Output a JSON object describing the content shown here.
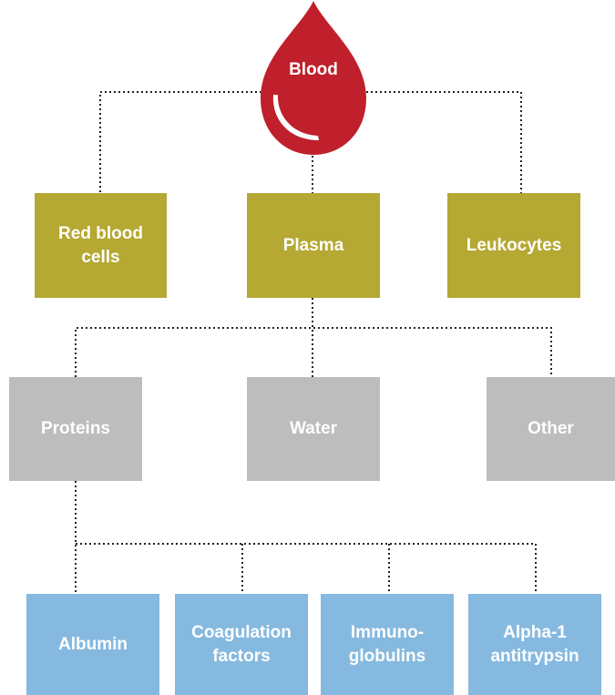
{
  "root": {
    "label": "Blood",
    "color": "#c0202b"
  },
  "level1": {
    "color": "#b5a833",
    "items": [
      "Red blood\ncells",
      "Plasma",
      "Leukocytes"
    ]
  },
  "level2": {
    "color": "#bdbdbd",
    "items": [
      "Proteins",
      "Water",
      "Other"
    ]
  },
  "level3": {
    "color": "#86b9df",
    "items": [
      "Albumin",
      "Coagulation\nfactors",
      "Immuno-\nglobulins",
      "Alpha-1\nantitrypsin"
    ]
  }
}
